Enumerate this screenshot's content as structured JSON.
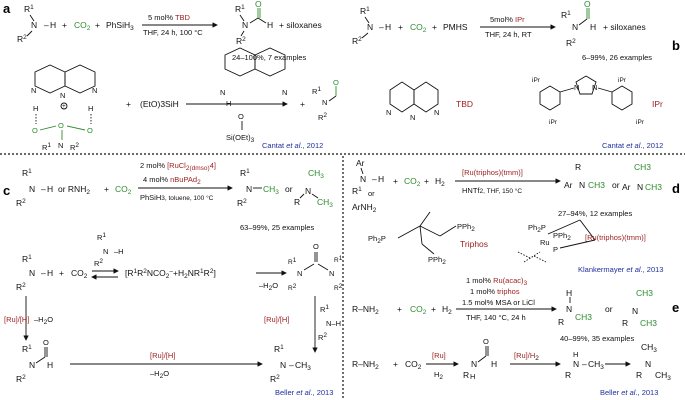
{
  "labels": {
    "a": "a",
    "b": "b",
    "c": "c",
    "d": "d",
    "e": "e"
  },
  "common": {
    "plus": "+",
    "or": "or",
    "co2": "CO",
    "two": "2",
    "h2": "H",
    "minus_h2o": "–H",
    "h2o_o": "O",
    "siloxanes": "+ siloxanes",
    "R1": "R",
    "R2": "R",
    "sup1": "1",
    "sup2": "2",
    "N": "N",
    "H": "H",
    "O": "O",
    "ch3": "CH3",
    "et_al": "et al",
    "year_2012": "., 2012",
    "year_2013": "., 2013"
  },
  "panel_a": {
    "reagent": "PhSiH",
    "reagent_sub": "3",
    "cond_pre": "5 mol% ",
    "catalyst": "TBD",
    "cond2": "THF, 24 h, 100 °C",
    "yield": "24–100%, 7 examples",
    "silane": "(EtO)",
    "silane2": "3SiH",
    "si_oet": "Si(OEt)",
    "si_oet_sub": "3",
    "ref_author": "Cantat "
  },
  "panel_b": {
    "reagent": "PMHS",
    "cond_pre": "5mol% ",
    "catalyst": "IPr",
    "cond2": "THF, 24 h, RT",
    "yield": "6–99%, 26 examples",
    "tbd_label": "TBD",
    "ipr_label": "IPr",
    "ipr_sub": "iPr",
    "ref_author": "Cantat "
  },
  "panel_c": {
    "amine_alt": "or RNH",
    "cond1_pre": "2 mol% ",
    "cond1_cat": "[RuCl",
    "cond1_cat2": "2(dmso)",
    "cond1_cat3": "4]",
    "cond2_pre": "4 mol% ",
    "cond2_lig": "nBuPAd",
    "cond2_lig_sub": "2",
    "cond3": "PhSiH",
    "cond3b": "3, toluene, 100 °C",
    "yield": "63–99%, 25 examples",
    "carbamate": "[R",
    "carbamate2": "R",
    "carbamate3": "NCO",
    "carbamate4": "–",
    "carbamate5": "+H",
    "carbamate6": "NR",
    "ru_h": "[Ru]/[H]",
    "ch3_frag": "CH",
    "ch3_sub": "3",
    "ref_author": "Beller "
  },
  "panel_d": {
    "ar": "Ar",
    "arnh2": "ArNH",
    "cond1": "[Ru(triphos)(tmm)]",
    "cond2": "HNTf",
    "cond2b": "2, THF, 150 °C",
    "yield": "27–94%, 12 examples",
    "triphos": "Triphos",
    "ph2p": "Ph",
    "pph2": "PPh",
    "ru_complex": "[Ru(triphos)(tmm)]",
    "ru": "Ru",
    "p": "P",
    "ref_author": "Klankermayer "
  },
  "panel_e": {
    "rnh2": "R–NH",
    "cond1_pre": "1 mol% ",
    "cond1_cat": "Ru(acac)",
    "cond1_sub": "3",
    "cond2_pre": "1 mol% ",
    "cond2_lig": "triphos",
    "cond3": "1.5 mol% MSA or LiCl",
    "cond4": "THF, 140 °C, 24 h",
    "yield": "40–99%, 35 examples",
    "ru": "[Ru]",
    "ru_h2": "[Ru]/H",
    "ref_author": "Beller "
  },
  "colors": {
    "green": "#2e8b2e",
    "red": "#9b1c1c",
    "blue": "#1f2f9e"
  }
}
